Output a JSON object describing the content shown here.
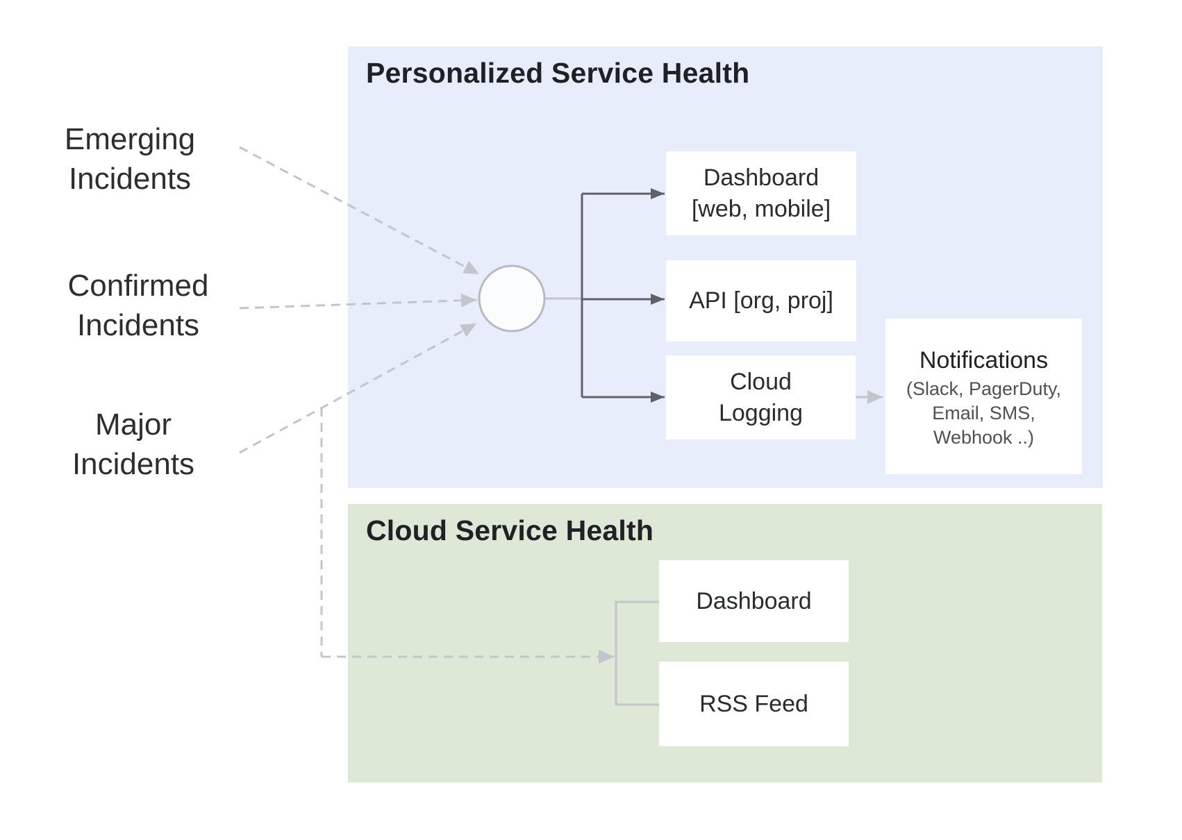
{
  "incident_labels": {
    "emerging": "Emerging\nIncidents",
    "confirmed": "Confirmed\nIncidents",
    "major": "Major\nIncidents"
  },
  "personalized_panel": {
    "title": "Personalized Service Health",
    "dashboard_box": "Dashboard\n[web, mobile]",
    "api_box": "API [org, proj]",
    "cloud_logging_box": "Cloud\nLogging",
    "notifications_box": {
      "title": "Notifications",
      "subtitle": "(Slack, PagerDuty,\nEmail, SMS,\nWebhook ..)"
    }
  },
  "cloud_panel": {
    "title": "Cloud Service Health",
    "dashboard_box": "Dashboard",
    "rss_box": "RSS Feed"
  },
  "colors": {
    "personalized_panel_bg": "#e8edfc",
    "cloud_panel_bg": "#dde8d6",
    "dark_connector": "#5f6368",
    "light_connector": "#c2c5c9",
    "title_text": "#202124",
    "body_text": "#292c2f",
    "notifications_subtext": "#4d5156"
  }
}
